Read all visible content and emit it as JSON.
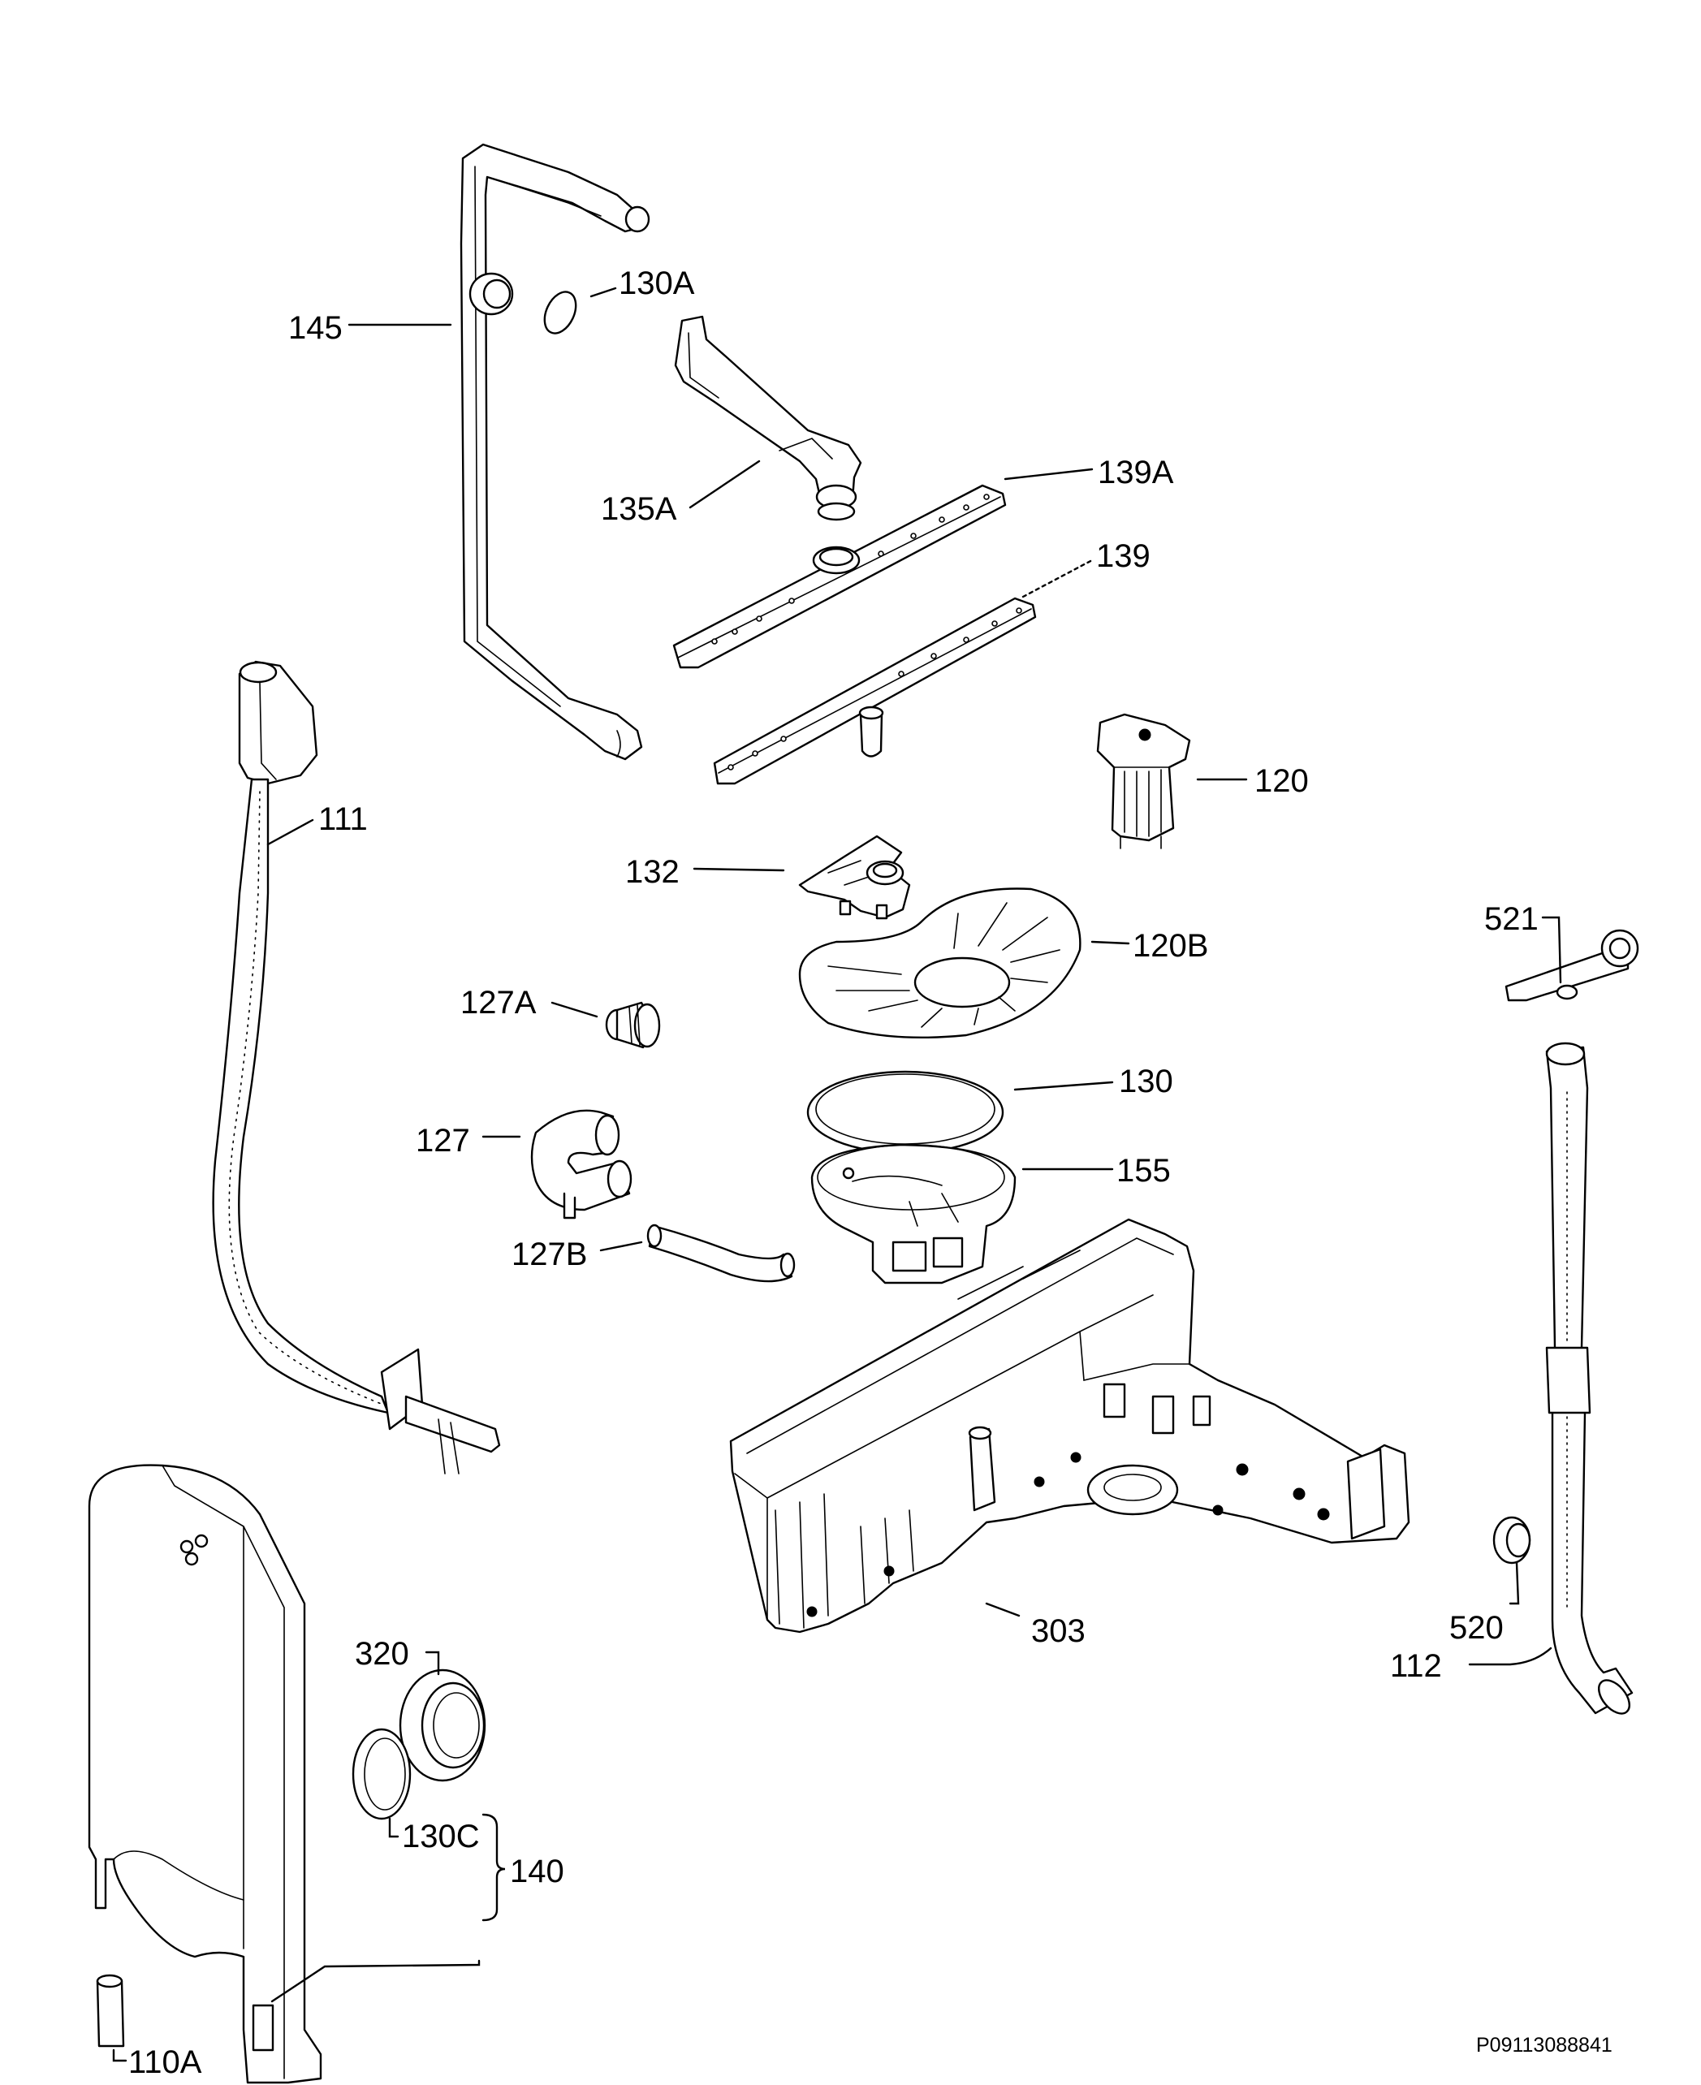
{
  "labels": {
    "l145": "145",
    "l130A": "130A",
    "l135A": "135A",
    "l139A": "139A",
    "l139": "139",
    "l111": "111",
    "l120": "120",
    "l132": "132",
    "l120B": "120B",
    "l127A": "127A",
    "l130": "130",
    "l127": "127",
    "l155": "155",
    "l127B": "127B",
    "l521": "521",
    "l303": "303",
    "l520": "520",
    "l112": "112",
    "l320": "320",
    "l130C": "130C",
    "l140": "140",
    "l110A": "110A"
  },
  "document_id": "P09113088841",
  "colors": {
    "line": "#000000",
    "background": "#ffffff"
  }
}
